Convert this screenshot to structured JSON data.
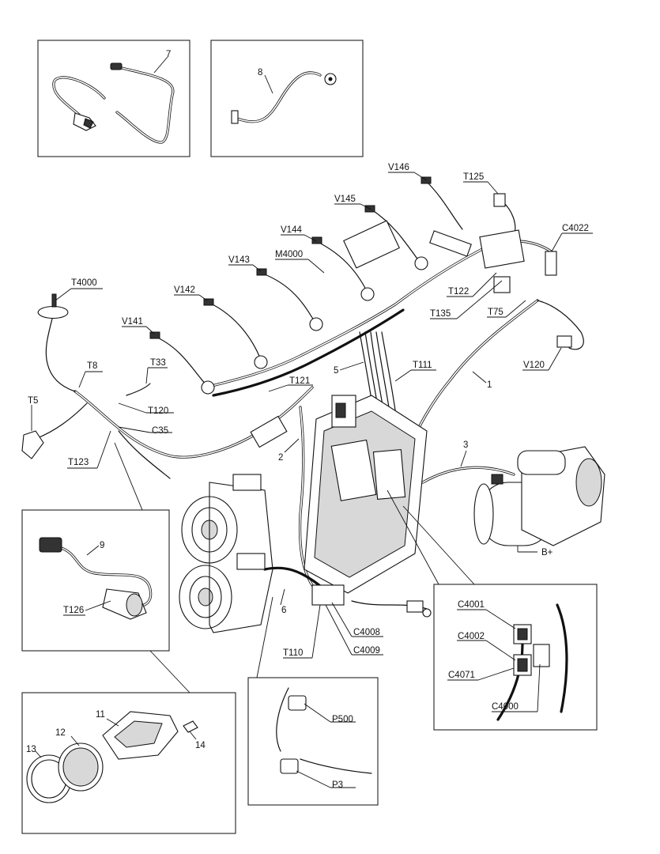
{
  "labels": {
    "n7": "7",
    "n8": "8",
    "v146": "V146",
    "t125": "T125",
    "v145": "V145",
    "c4022": "C4022",
    "v144": "V144",
    "m4000": "M4000",
    "v143": "V143",
    "t4000": "T4000",
    "v142": "V142",
    "t122": "T122",
    "t135": "T135",
    "t75": "T75",
    "v141": "V141",
    "v120": "V120",
    "n5": "5",
    "t111": "T111",
    "n1": "1",
    "t8": "T8",
    "t33": "T33",
    "t121": "T121",
    "t5": "T5",
    "t120": "T120",
    "c35": "C35",
    "t123": "T123",
    "n2": "2",
    "n3": "3",
    "n9": "9",
    "bplus": "B+",
    "t126": "T126",
    "c4001": "C4001",
    "c4002": "C4002",
    "c4071": "C4071",
    "c4000": "C4000",
    "n6": "6",
    "c4008": "C4008",
    "t110": "T110",
    "c4009": "C4009",
    "n11": "11",
    "n12": "12",
    "n13": "13",
    "n14": "14",
    "p500": "P500",
    "p3": "P3"
  },
  "icons": [
    "harness-part-7",
    "battery-cable-part-8",
    "sensor-part-9",
    "housing-part-11",
    "seal-ring-part-12",
    "o-ring-part-13",
    "bolt-part-14",
    "starter-motor",
    "alternator",
    "fuse-box",
    "connector-block"
  ]
}
